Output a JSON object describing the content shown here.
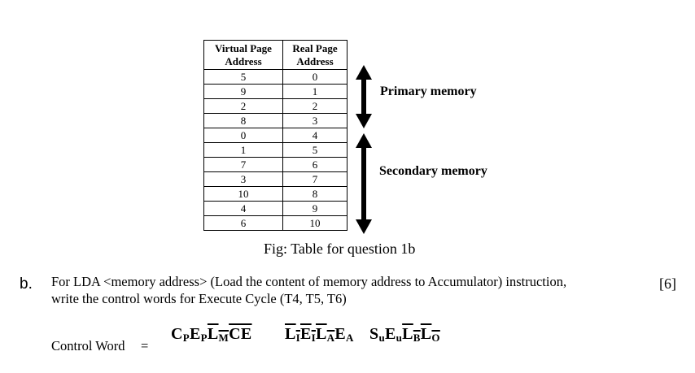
{
  "table": {
    "headers": [
      [
        "Virtual Page",
        "Address"
      ],
      [
        "Real Page",
        "Address"
      ]
    ],
    "rows": [
      [
        "5",
        "0"
      ],
      [
        "9",
        "1"
      ],
      [
        "2",
        "2"
      ],
      [
        "8",
        "3"
      ],
      [
        "0",
        "4"
      ],
      [
        "1",
        "5"
      ],
      [
        "7",
        "6"
      ],
      [
        "3",
        "7"
      ],
      [
        "10",
        "8"
      ],
      [
        "4",
        "9"
      ],
      [
        "6",
        "10"
      ]
    ]
  },
  "labels": {
    "primary": "Primary memory",
    "secondary": "Secondary memory"
  },
  "caption": "Fig: Table for question 1b",
  "question": {
    "letter": "b.",
    "line1": "For LDA <memory address>  (Load the content of memory address to Accumulator) instruction,",
    "line2": "write the control words for Execute Cycle (T4, T5, T6)",
    "marks": "[6]"
  },
  "control_word": {
    "label": "Control Word",
    "equals": "=",
    "groups": [
      [
        {
          "letter": "C",
          "sub": "P",
          "overline": false
        },
        {
          "letter": "E",
          "sub": "P",
          "overline": false
        },
        {
          "letter": "L",
          "sub": "M",
          "overline": true
        },
        {
          "letter": "CE",
          "sub": "",
          "overline": true
        }
      ],
      [
        {
          "letter": "L",
          "sub": "I",
          "overline": true
        },
        {
          "letter": "E",
          "sub": "I",
          "overline": true
        },
        {
          "letter": "L",
          "sub": "A",
          "overline": true
        },
        {
          "letter": "E",
          "sub": "A",
          "overline": false
        }
      ],
      [
        {
          "letter": "S",
          "sub": "u",
          "overline": false
        },
        {
          "letter": "E",
          "sub": "u",
          "overline": false
        },
        {
          "letter": "L",
          "sub": "B",
          "overline": true
        },
        {
          "letter": "L",
          "sub": "O",
          "overline": true
        }
      ]
    ]
  }
}
